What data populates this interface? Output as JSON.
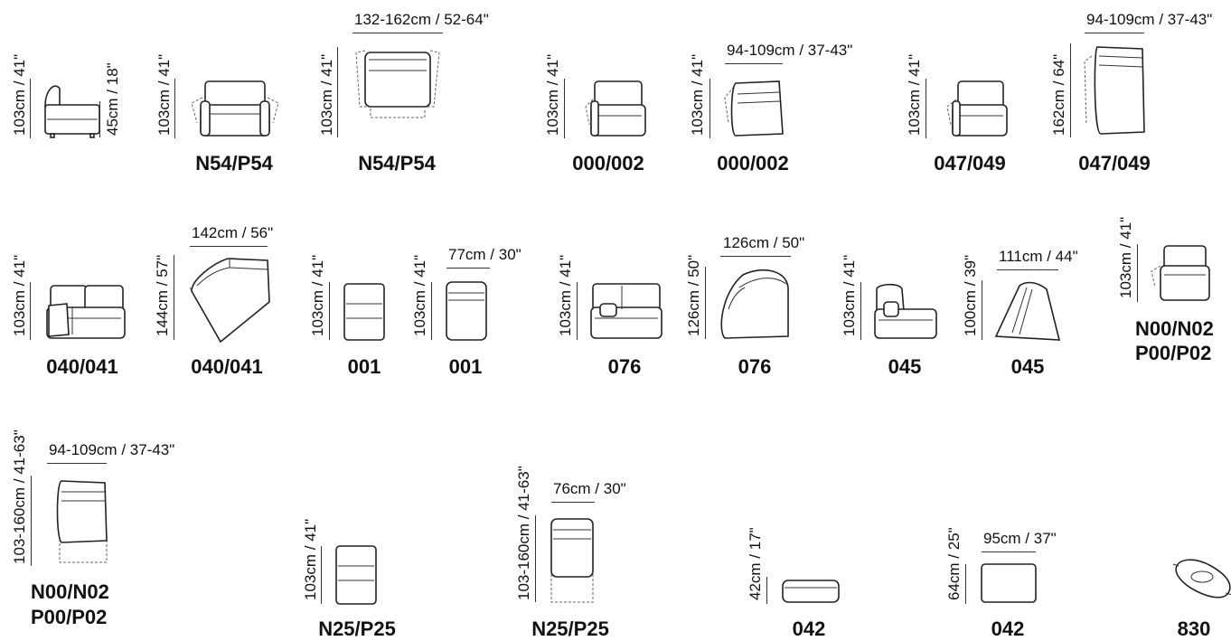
{
  "items": [
    {
      "id": "a1",
      "code": "",
      "height": "103cm / 41\"",
      "seat": "45cm / 18\"",
      "width": ""
    },
    {
      "id": "a2",
      "code": "N54/P54",
      "height": "103cm / 41\"",
      "width": ""
    },
    {
      "id": "a3",
      "code": "N54/P54",
      "height": "103cm / 41\"",
      "width": "132-162cm / 52-64\""
    },
    {
      "id": "a4",
      "code": "000/002",
      "height": "103cm / 41\"",
      "width": ""
    },
    {
      "id": "a5",
      "code": "000/002",
      "height": "103cm / 41\"",
      "width": "94-109cm / 37-43\""
    },
    {
      "id": "a6",
      "code": "047/049",
      "height": "103cm / 41\"",
      "width": ""
    },
    {
      "id": "a7",
      "code": "047/049",
      "height": "162cm / 64\"",
      "width": "94-109cm / 37-43\""
    },
    {
      "id": "b1",
      "code": "040/041",
      "height": "103cm / 41\"",
      "width": ""
    },
    {
      "id": "b2",
      "code": "040/041",
      "height": "144cm / 57\"",
      "width": "142cm / 56\""
    },
    {
      "id": "b3",
      "code": "001",
      "height": "103cm / 41\"",
      "width": ""
    },
    {
      "id": "b4",
      "code": "001",
      "height": "103cm / 41\"",
      "width": "77cm / 30\""
    },
    {
      "id": "b5",
      "code": "076",
      "height": "103cm / 41\"",
      "width": ""
    },
    {
      "id": "b6",
      "code": "076",
      "height": "126cm / 50\"",
      "width": "126cm / 50\""
    },
    {
      "id": "b7",
      "code": "045",
      "height": "103cm / 41\"",
      "width": ""
    },
    {
      "id": "b8",
      "code": "045",
      "height": "100cm / 39\"",
      "width": "111cm / 44\""
    },
    {
      "id": "b9",
      "code": "N00/N02",
      "code2": "P00/P02",
      "height": "103cm / 41\"",
      "width": ""
    },
    {
      "id": "c1",
      "code": "N00/N02",
      "code2": "P00/P02",
      "height": "103-160cm / 41-63\"",
      "width": "94-109cm / 37-43\""
    },
    {
      "id": "c2",
      "code": "N25/P25",
      "height": "103cm / 41\"",
      "width": ""
    },
    {
      "id": "c3",
      "code": "N25/P25",
      "height": "103-160cm / 41-63\"",
      "width": "76cm / 30\""
    },
    {
      "id": "c4",
      "code": "042",
      "height": "42cm / 17\"",
      "width": ""
    },
    {
      "id": "c5",
      "code": "042",
      "height": "64cm / 25\"",
      "width": "95cm / 37\""
    },
    {
      "id": "c6",
      "code": "830",
      "height": "",
      "width": ""
    }
  ]
}
